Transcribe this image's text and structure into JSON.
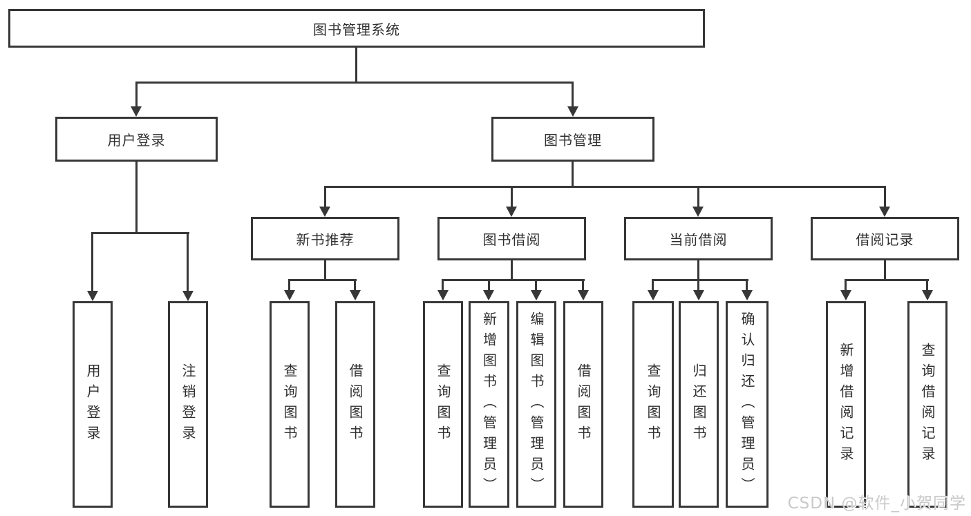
{
  "diagram": {
    "title": "图书管理系统",
    "branches": [
      {
        "label": "用户登录",
        "children": [
          "用户登录",
          "注销登录"
        ]
      },
      {
        "label": "图书管理",
        "sections": [
          {
            "label": "新书推荐",
            "children": [
              "查询图书",
              "借阅图书"
            ]
          },
          {
            "label": "图书借阅",
            "children": [
              "查询图书",
              "新增图书（管理员）",
              "编辑图书（管理员）",
              "借阅图书"
            ]
          },
          {
            "label": "当前借阅",
            "children": [
              "查询图书",
              "归还图书",
              "确认归还（管理员）"
            ]
          },
          {
            "label": "借阅记录",
            "children": [
              "新增借阅记录",
              "查询借阅记录"
            ]
          }
        ]
      }
    ]
  },
  "watermark": "CSDN @软件_小贺同学",
  "colors": {
    "line": "#373737",
    "text": "#2f2f2f",
    "bg": "#ffffff",
    "watermark": "#c9c9c9"
  }
}
